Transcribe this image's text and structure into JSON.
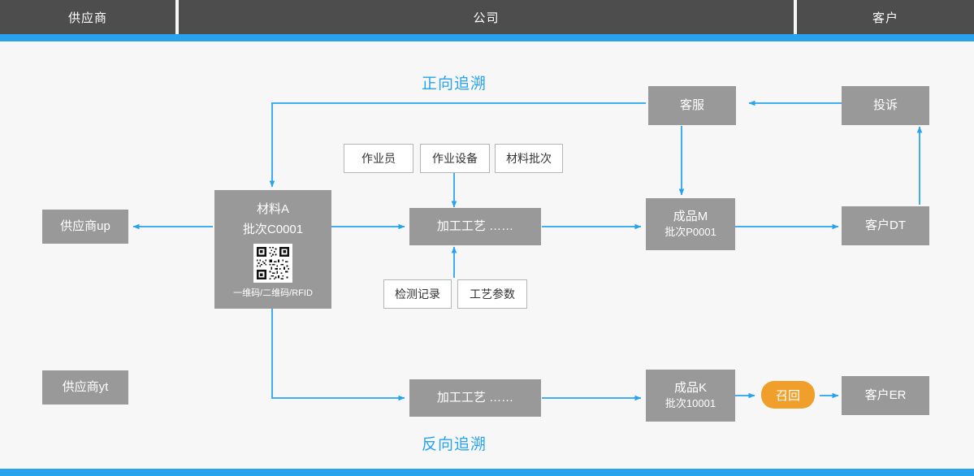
{
  "lanes": [
    {
      "label": "供应商"
    },
    {
      "label": "公司"
    },
    {
      "label": "客户"
    }
  ],
  "titles": {
    "forward": "正向追溯",
    "backward": "反向追溯"
  },
  "nodes": {
    "supplier_up": "供应商up",
    "supplier_yt": "供应商yt",
    "material": {
      "name": "材料A",
      "batch": "批次C0001",
      "code_label": "一维码/二维码/RFID",
      "qr_icon": "qr-code-icon"
    },
    "operator": "作业员",
    "equipment": "作业设备",
    "material_batch": "材料批次",
    "inspection_record": "检测记录",
    "process_params": "工艺参数",
    "process_top": "加工工艺  ……",
    "process_bottom": "加工工艺  ……",
    "product_m": {
      "name": "成品M",
      "batch": "批次P0001"
    },
    "product_k": {
      "name": "成品K",
      "batch": "批次10001"
    },
    "customer_service": "客服",
    "complaint": "投诉",
    "customer_dt": "客户DT",
    "customer_er": "客户ER",
    "recall": "召回"
  },
  "colors": {
    "accent": "#29a3ee",
    "lane_header": "#4d4d4d",
    "box_gray": "#999999",
    "recall_orange": "#f0a02a",
    "background": "#f7f7f7"
  }
}
